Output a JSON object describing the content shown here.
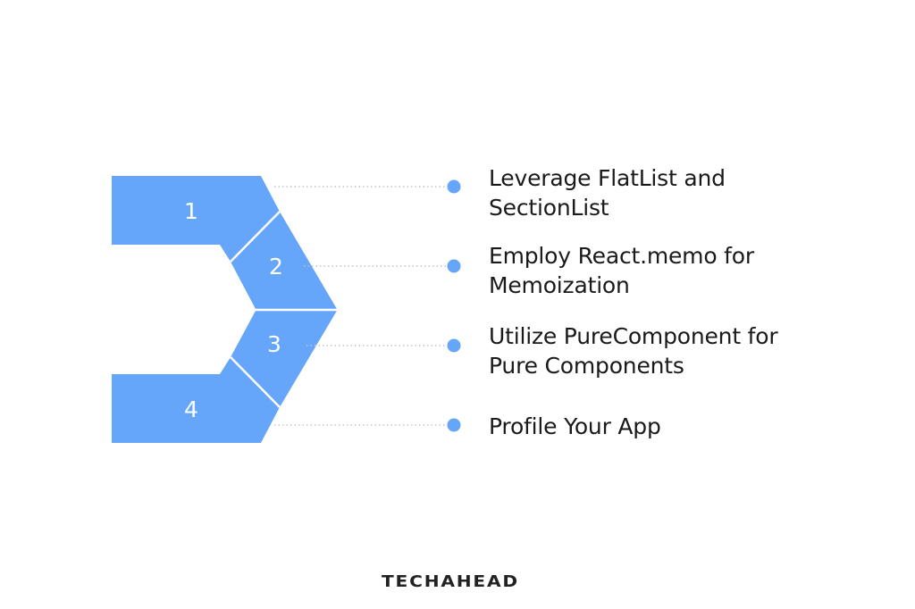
{
  "diagram": {
    "colors": {
      "segment_fill": "#66a6fa",
      "segment_divider": "#ffffff",
      "dot": "#66a6fa",
      "leader_line": "#c4c4c4",
      "text": "#1a1a1a",
      "background": "#ffffff"
    },
    "segments": [
      {
        "number": "1"
      },
      {
        "number": "2"
      },
      {
        "number": "3"
      },
      {
        "number": "4"
      }
    ],
    "items": [
      {
        "line1": "Leverage FlatList and",
        "line2": "SectionList"
      },
      {
        "line1": "Employ React.memo for",
        "line2": "Memoization"
      },
      {
        "line1": "Utilize PureComponent for",
        "line2": "Pure Components"
      },
      {
        "line1": "Profile Your App",
        "line2": ""
      }
    ]
  },
  "footer": {
    "logo_text": "TECHAHEAD"
  }
}
